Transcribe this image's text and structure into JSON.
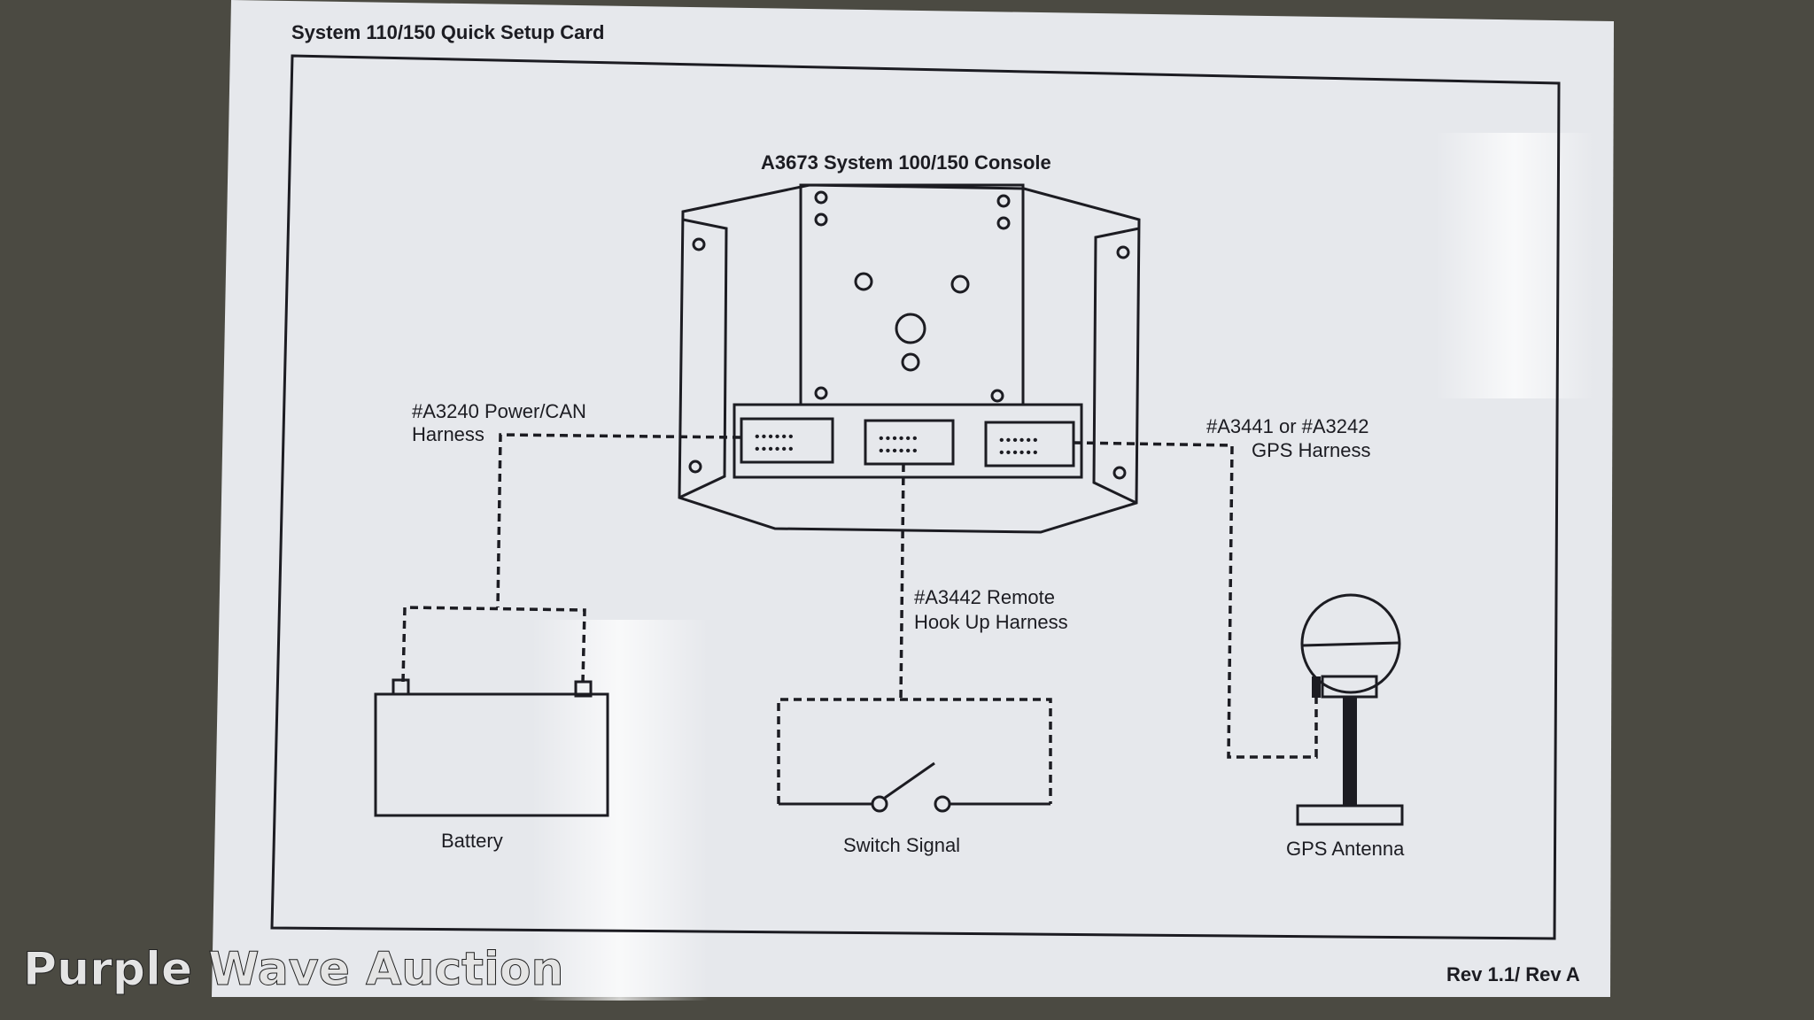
{
  "card": {
    "title": "System 110/150 Quick Setup Card",
    "revision": "Rev 1.1/ Rev A"
  },
  "diagram": {
    "console_label": "A3673 System 100/150 Console",
    "power_harness_line1": "#A3240 Power/CAN",
    "power_harness_line2": "Harness",
    "gps_harness_line1": "#A3441 or #A3242",
    "gps_harness_line2": "GPS Harness",
    "remote_harness_line1": "#A3442 Remote",
    "remote_harness_line2": "Hook Up Harness",
    "battery_label": "Battery",
    "switch_label": "Switch Signal",
    "gps_antenna_label": "GPS Antenna"
  },
  "watermark": "Purple Wave Auction",
  "colors": {
    "background": "#4b4a42",
    "card": "#e6e8ec",
    "ink": "#1c1c22"
  }
}
